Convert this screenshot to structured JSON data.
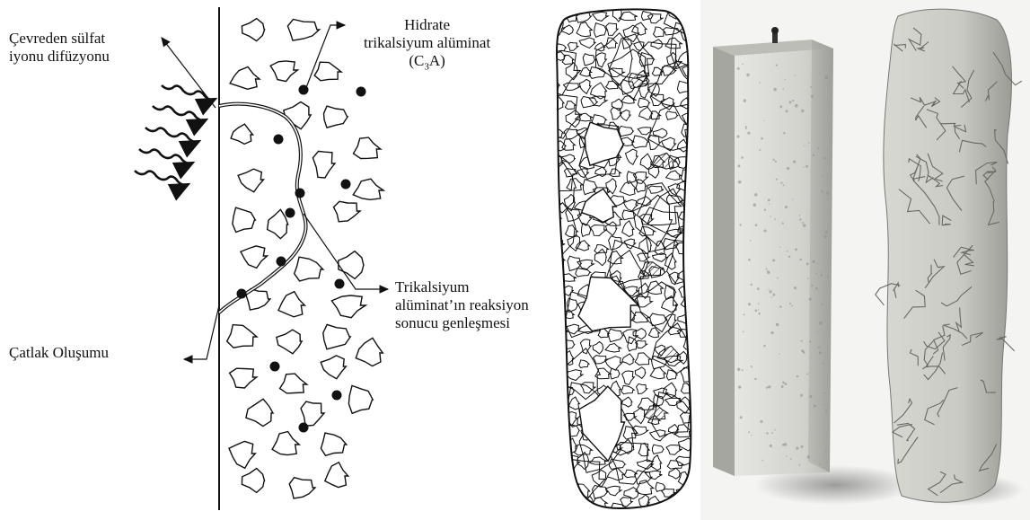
{
  "labels": {
    "sulfate_diffusion": [
      "Çevreden sülfat",
      "iyonu difüzyonu"
    ],
    "hydrated_c3a": {
      "line1": "Hidrate",
      "line2": "trikalsiyum alüminat",
      "formula_open": "(C",
      "formula_sub": "3",
      "formula_close": "A)"
    },
    "c3a_expansion": [
      "Trikalsiyum",
      "alüminat’ın reaksiyon",
      "sonucu genleşmesi"
    ],
    "crack_formation": "Çatlak Oluşumu"
  },
  "colors": {
    "ink": "#111111",
    "concrete_light": "#d9d9d4",
    "concrete_shadow": "#8a8a86",
    "background": "#ffffff"
  },
  "icons": [
    "sulfate-wave-arrow-icon",
    "label-arrow-icon"
  ],
  "photo_descriptions": {
    "sketch": "degraded-specimen-sketch",
    "intact": "intact-concrete-prism",
    "damaged": "sulfate-damaged-concrete-prism"
  }
}
